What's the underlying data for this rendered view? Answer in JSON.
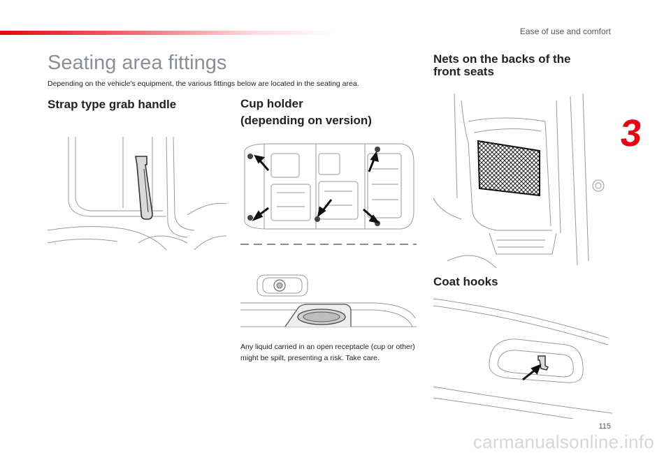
{
  "header": {
    "section_label": "Ease of use and comfort",
    "chapter_number": "3",
    "accent_color": "#e30613"
  },
  "page": {
    "title": "Seating area fittings",
    "intro": "Depending on the vehicle's equipment, the various fittings below are located in the seating area.",
    "page_number": "115"
  },
  "sections": {
    "strap": {
      "heading": "Strap type grab handle"
    },
    "cup": {
      "heading_line1": "Cup holder",
      "heading_line2": "(depending on version)",
      "note": "Any liquid carried in an open receptacle (cup or other) might be spilt, presenting a risk. Take care."
    },
    "nets": {
      "heading_line1": "Nets on the backs of the",
      "heading_line2": "front seats"
    },
    "coat": {
      "heading": "Coat hooks"
    }
  },
  "watermark": {
    "text": "carmanualsonline.info"
  }
}
